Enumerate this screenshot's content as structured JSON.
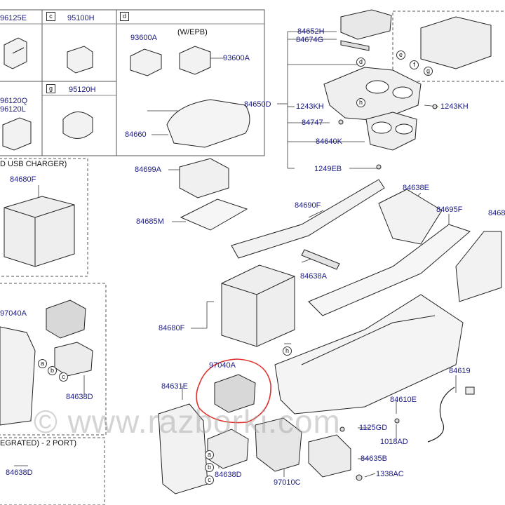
{
  "sections": {
    "usb_charger_header": "D USB CHARGER)",
    "integrated_header": "EGRATED) - 2 PORT)",
    "wepb_header": "(W/EPB)"
  },
  "callouts": [
    "c",
    "d",
    "g",
    "a",
    "b",
    "c",
    "e",
    "f",
    "g",
    "d",
    "h",
    "h",
    "a",
    "b",
    "c"
  ],
  "parts": {
    "p_96125E": "96125E",
    "p_95100H": "95100H",
    "p_93600A_1": "93600A",
    "p_93600A_2": "93600A",
    "p_96120Q": "96120Q",
    "p_96120L": "96120L",
    "p_95120H": "95120H",
    "p_84652H": "84652H",
    "p_84674G": "84674G",
    "p_84650D": "84650D",
    "p_1243KH_1": "1243KH",
    "p_1243KH_2": "1243KH",
    "p_84747": "84747",
    "p_84640K": "84640K",
    "p_1249EB": "1249EB",
    "p_84660": "84660",
    "p_84699A": "84699A",
    "p_84685M": "84685M",
    "p_84680F_1": "84680F",
    "p_84690F": "84690F",
    "p_84638E": "84638E",
    "p_84695F": "84695F",
    "p_8468x": "8468",
    "p_84638A": "84638A",
    "p_84680F_2": "84680F",
    "p_97040A_1": "97040A",
    "p_97040A_2": "97040A",
    "p_84638D_1": "84638D",
    "p_84631E": "84631E",
    "p_84638D_2": "84638D",
    "p_84638D_3": "84638D",
    "p_84619": "84619",
    "p_84610E": "84610E",
    "p_1125GD": "1125GD",
    "p_1018AD": "1018AD",
    "p_84635B": "84635B",
    "p_1338AC": "1338AC",
    "p_97010C": "97010C"
  },
  "watermark": "© www.razborki.com",
  "colors": {
    "label": "#1a1a8c",
    "line": "#222222",
    "grid": "#888888",
    "highlight": "#e0302a"
  }
}
